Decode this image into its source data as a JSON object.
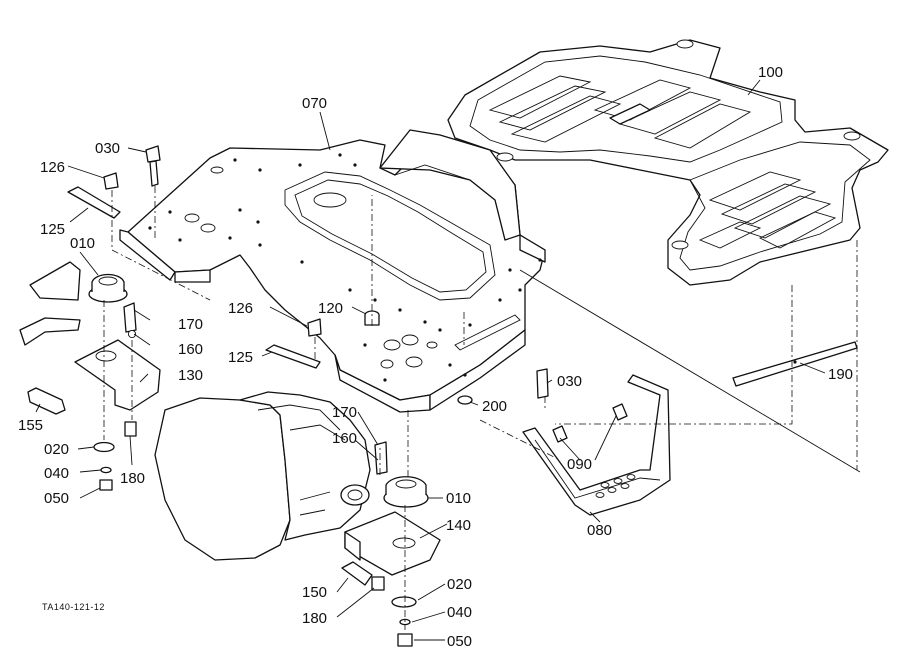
{
  "parts": [
    {
      "id": "label-100",
      "text": "100"
    },
    {
      "id": "label-070",
      "text": "070"
    },
    {
      "id": "label-030-top",
      "text": "030"
    },
    {
      "id": "label-126-left",
      "text": "126"
    },
    {
      "id": "label-125-left",
      "text": "125"
    },
    {
      "id": "label-010-left",
      "text": "010"
    },
    {
      "id": "label-170-left",
      "text": "170"
    },
    {
      "id": "label-160-left",
      "text": "160"
    },
    {
      "id": "label-130",
      "text": "130"
    },
    {
      "id": "label-155",
      "text": "155"
    },
    {
      "id": "label-020-left",
      "text": "020"
    },
    {
      "id": "label-040-left",
      "text": "040"
    },
    {
      "id": "label-050-left",
      "text": "050"
    },
    {
      "id": "label-180-left",
      "text": "180"
    },
    {
      "id": "label-126-mid",
      "text": "126"
    },
    {
      "id": "label-120",
      "text": "120"
    },
    {
      "id": "label-125-mid",
      "text": "125"
    },
    {
      "id": "label-030-mid",
      "text": "030"
    },
    {
      "id": "label-200",
      "text": "200"
    },
    {
      "id": "label-190",
      "text": "190"
    },
    {
      "id": "label-170-mid",
      "text": "170"
    },
    {
      "id": "label-160-mid",
      "text": "160"
    },
    {
      "id": "label-090",
      "text": "090"
    },
    {
      "id": "label-010-mid",
      "text": "010"
    },
    {
      "id": "label-140",
      "text": "140"
    },
    {
      "id": "label-080",
      "text": "080"
    },
    {
      "id": "label-150",
      "text": "150"
    },
    {
      "id": "label-180-mid",
      "text": "180"
    },
    {
      "id": "label-020-mid",
      "text": "020"
    },
    {
      "id": "label-040-mid",
      "text": "040"
    },
    {
      "id": "label-050-mid",
      "text": "050"
    }
  ],
  "drawing_code": "TA140-121-12"
}
